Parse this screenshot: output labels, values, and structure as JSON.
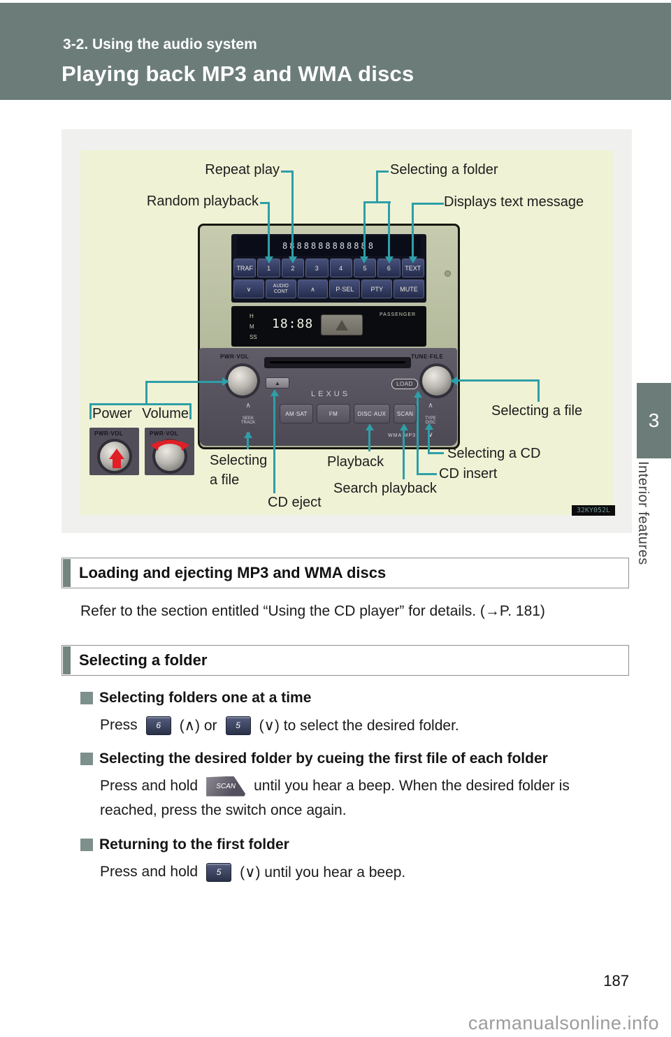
{
  "header": {
    "section": "3-2. Using the audio system",
    "title": "Playing back MP3 and WMA discs"
  },
  "sidebar": {
    "chapter_number": "3",
    "label": "Interior features"
  },
  "footer": {
    "page_number": "187",
    "watermark": "carmanualsonline.info"
  },
  "figure": {
    "image_code": "32KY052L",
    "callouts": {
      "repeat_play": "Repeat play",
      "selecting_folder": "Selecting a folder",
      "random_playback": "Random playback",
      "displays_text": "Displays text message",
      "power": "Power",
      "volume": "Volume",
      "selecting_file_left_1": "Selecting",
      "selecting_file_left_2": "a file",
      "cd_eject": "CD eject",
      "playback": "Playback",
      "search_playback": "Search playback",
      "selecting_cd": "Selecting a CD",
      "cd_insert": "CD insert",
      "selecting_file_right": "Selecting a file"
    },
    "unit": {
      "display_segments": "8888888888888",
      "row1": [
        "TRAF",
        "1",
        "2",
        "3",
        "4",
        "5",
        "6",
        "TEXT"
      ],
      "row2": [
        "∨",
        "AUDIO\nCONT",
        "∧",
        "P·SEL",
        "PTY",
        "MUTE"
      ],
      "clock": {
        "h": "H",
        "m": "M",
        "s": "SS",
        "time": "18:88",
        "passenger": "PASSENGER"
      },
      "pwr_vol": "PWR·VOL",
      "tune_file": "TUNE·FILE",
      "brand": "LEXUS",
      "load": "LOAD",
      "eject": "▲",
      "seek_track": "SEEK\nTRACK",
      "type_disc": "TYPE\nDISC",
      "chevron_up": "∧",
      "chevron_down": "∨",
      "bottom_buttons": [
        "AM·SAT",
        "FM",
        "DISC·AUX",
        "SCAN"
      ],
      "wma": "WMA MP3"
    }
  },
  "sections": {
    "loading": {
      "heading": "Loading and ejecting MP3 and WMA discs",
      "body": "Refer to the section entitled “Using the CD player” for details. (→P. 181)"
    },
    "selecting_folder": {
      "heading": "Selecting a folder"
    },
    "one_at_a_time": {
      "heading": "Selecting folders one at a time",
      "press": "Press",
      "key_up": "6",
      "mid": "(∧) or",
      "key_down": "5",
      "tail": "(∨) to select the desired folder."
    },
    "cueing": {
      "heading": "Selecting the desired folder by cueing the first file of each folder",
      "before": "Press and hold",
      "key": "SCAN",
      "after": "until you hear a beep. When the desired folder is",
      "line2": "reached, press the switch once again."
    },
    "returning": {
      "heading": "Returning to the first folder",
      "before": "Press and hold",
      "key": "5",
      "after": "(∨) until you hear a beep."
    }
  }
}
